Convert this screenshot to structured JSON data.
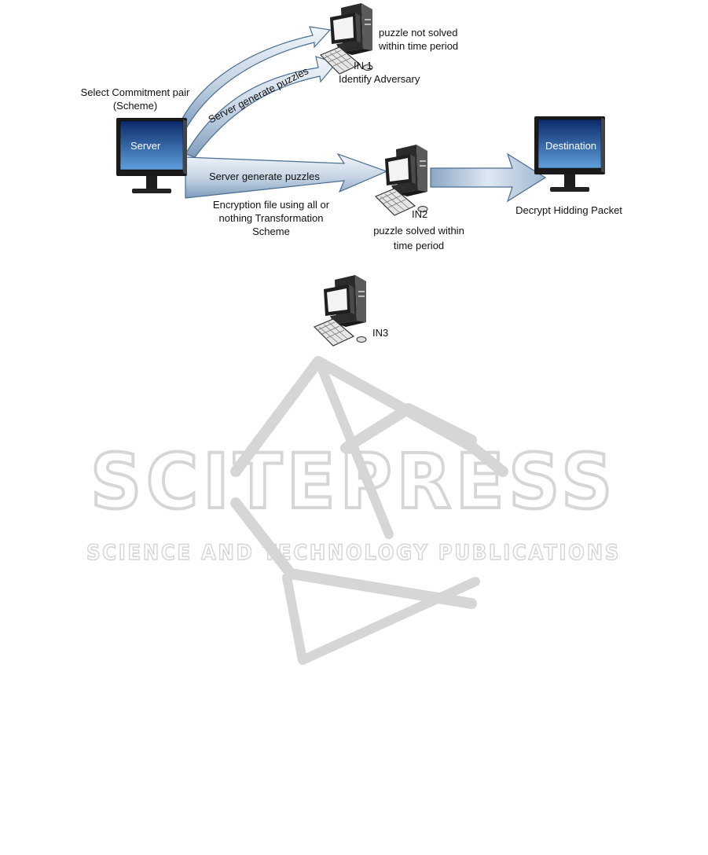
{
  "labels": {
    "select_commitment_1": "Select Commitment pair",
    "select_commitment_2": "(Scheme)",
    "server": "Server",
    "arrow_upper": "Server generate puzzles",
    "arrow_main": "Server generate puzzles",
    "encryption_1": "Encryption file using all or",
    "encryption_2": "nothing Transformation",
    "encryption_3": "Scheme",
    "in1": "IN 1",
    "in1_status_1": "puzzle not solved",
    "in1_status_2": "within time period",
    "identify": "Identify Adversary",
    "in2": "IN2",
    "in2_status_1": "puzzle solved within",
    "in2_status_2": "time period",
    "destination": "Destination",
    "decrypt": "Decrypt Hidding Packet",
    "in3": "IN3"
  },
  "watermark": {
    "brand": "SCITEPRESS",
    "tagline": "SCIENCE AND TECHNOLOGY PUBLICATIONS"
  },
  "colors": {
    "screen_top": "#0b2a6a",
    "screen_bottom": "#5f9fdc",
    "arrow_light": "#dfe8f2",
    "arrow_dark": "#8ba6c4",
    "arrow_stroke": "#4a6d92",
    "watermark": "#d6d6d6"
  }
}
